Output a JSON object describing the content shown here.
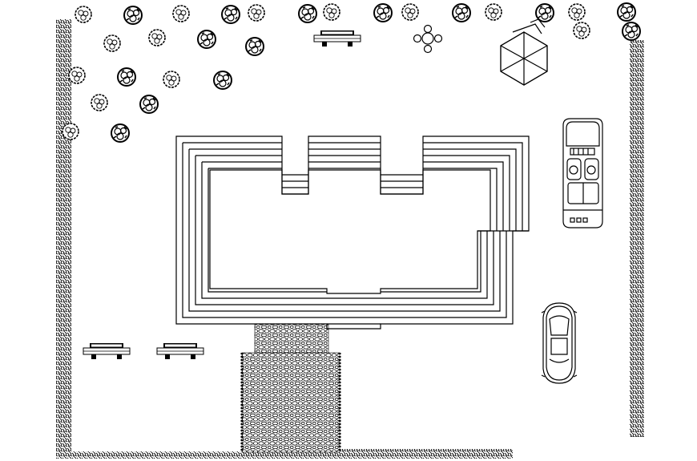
{
  "drawing": {
    "background": "#ffffff",
    "ink": "#000000",
    "elements": {
      "hedge": "hedge-boundary",
      "pool": "stepped-pool",
      "paving": "stone-paving",
      "trees": "tree-canopy",
      "benches": "park-bench",
      "table": "table-with-chairs",
      "gazebo": "hexagonal-gazebo",
      "vehicles": [
        "car-top-view",
        "sports-car-top-view"
      ]
    }
  }
}
